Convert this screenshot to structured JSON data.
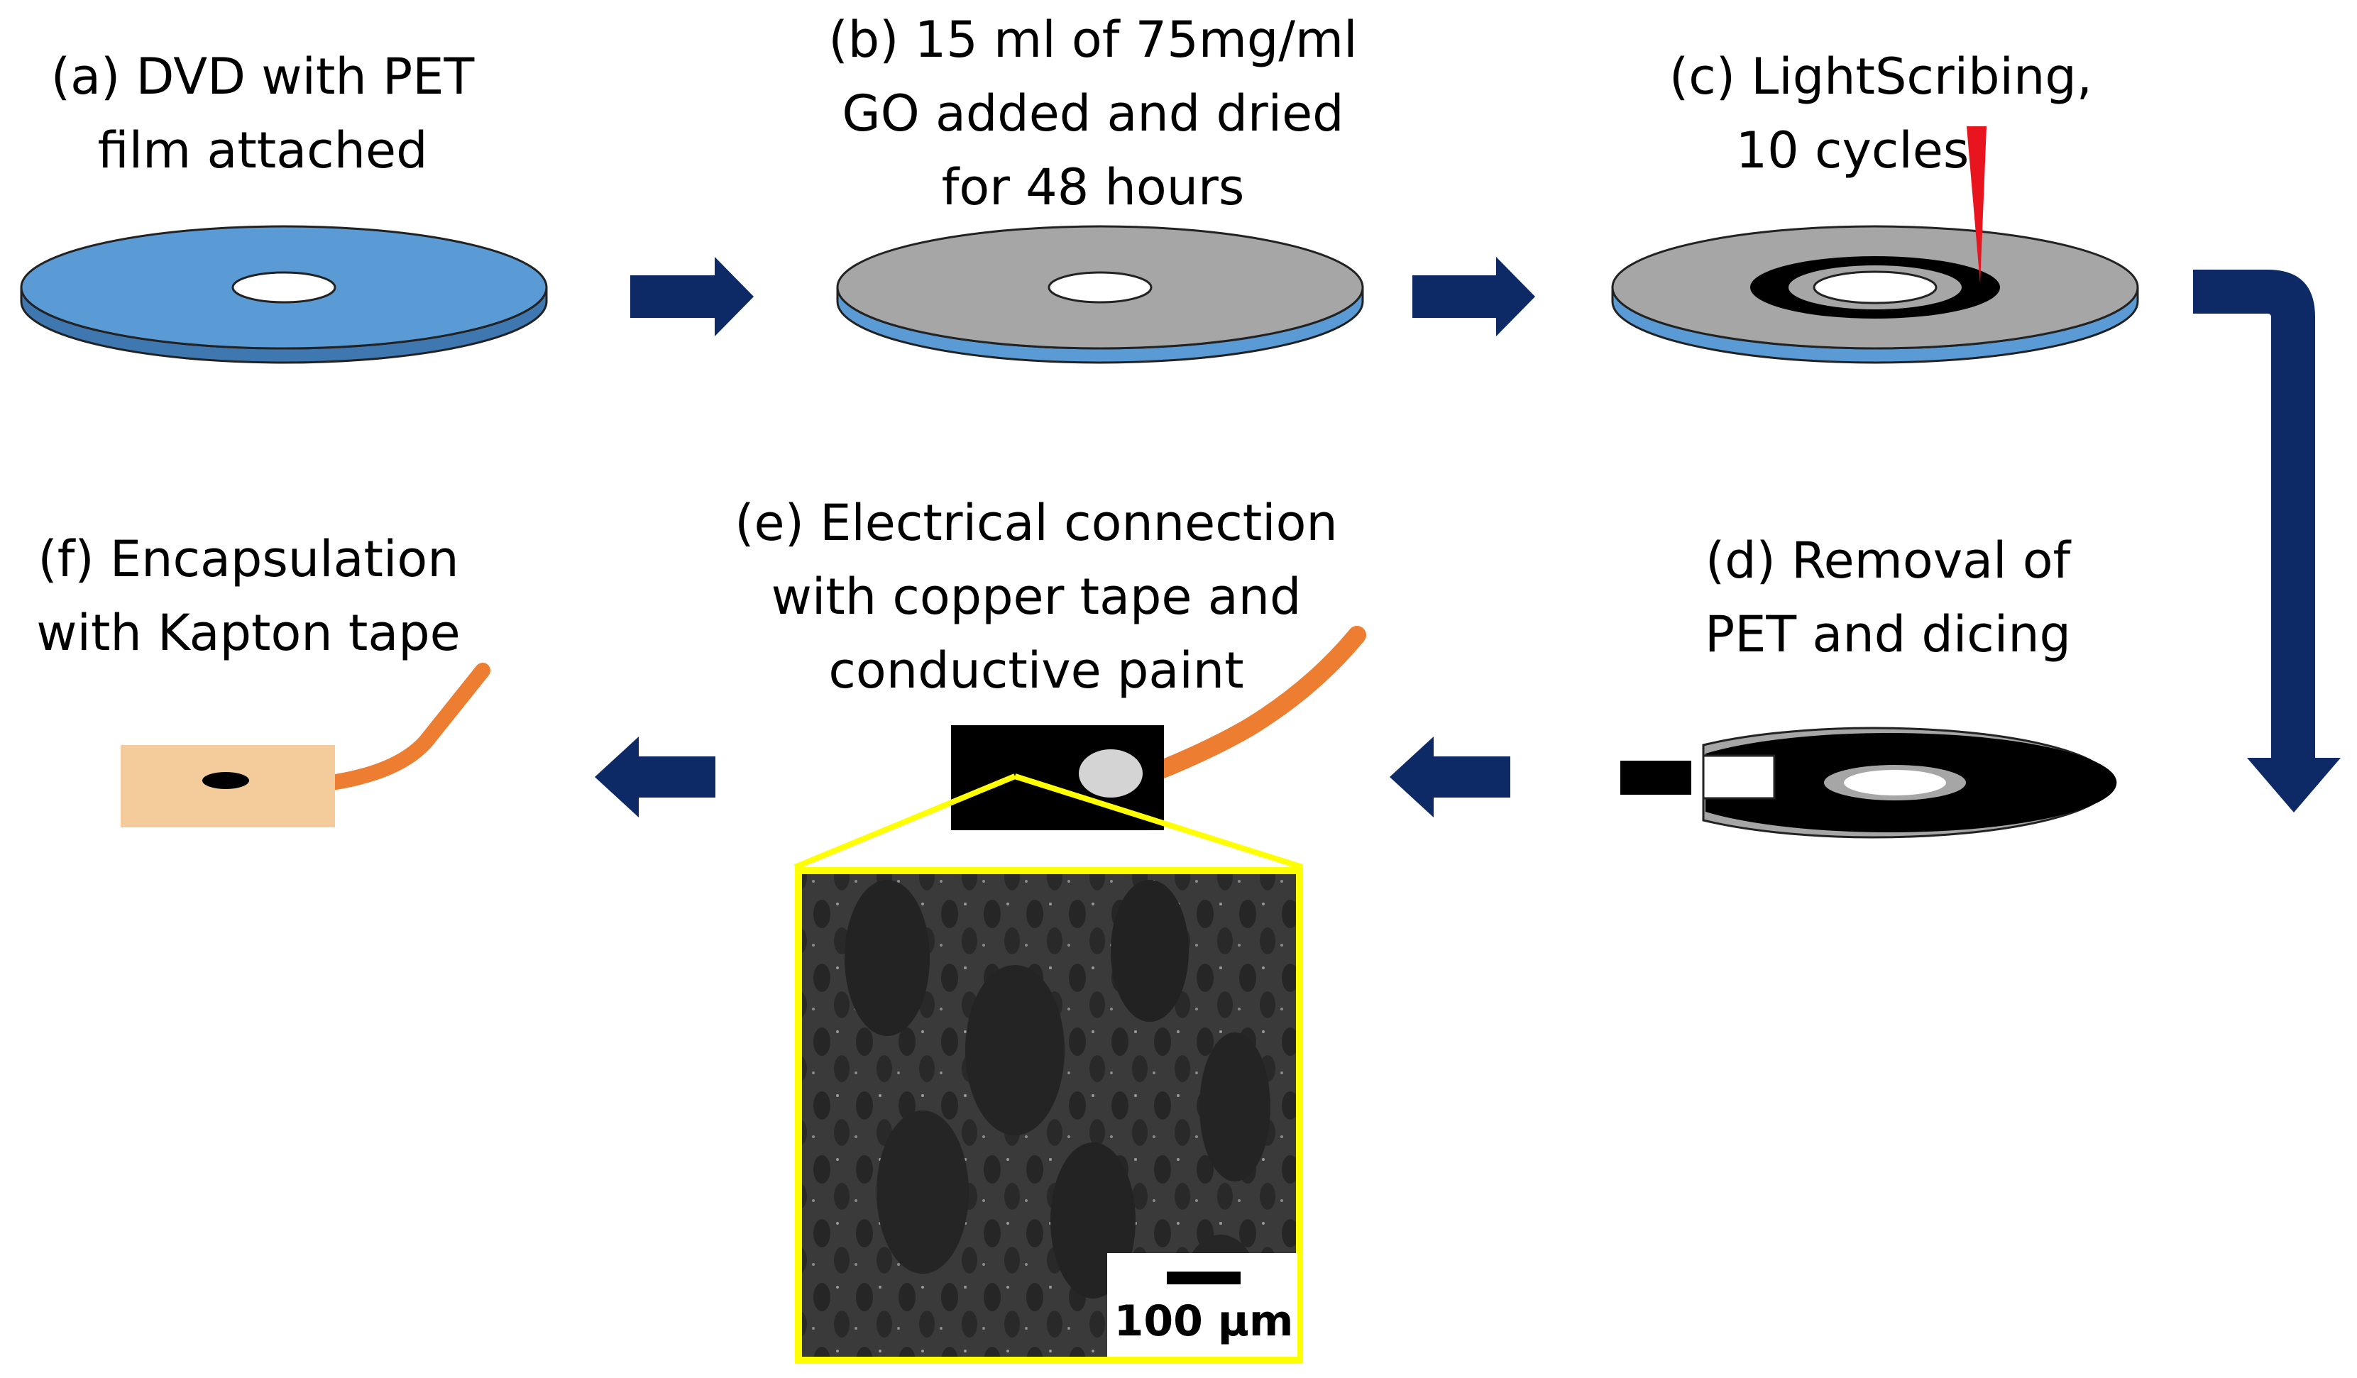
{
  "steps": {
    "a": {
      "line1": "(a) DVD with PET",
      "line2": "film attached"
    },
    "b": {
      "line1": "(b) 15 ml of 75mg/ml",
      "line2": "GO added and dried",
      "line3": "for 48 hours"
    },
    "c": {
      "line1": "(c) LightScribing,",
      "line2": "10 cycles"
    },
    "d": {
      "line1": "(d) Removal of",
      "line2": "PET and dicing"
    },
    "e": {
      "line1": "(e) Electrical connection",
      "line2": "with copper tape and",
      "line3": "conductive paint"
    },
    "f": {
      "line1": "(f) Encapsulation",
      "line2": "with Kapton tape"
    }
  },
  "scale_bar": {
    "label": "100 μm"
  },
  "colors": {
    "pet_blue": "#5b9bd5",
    "go_grey": "#a6a6a6",
    "scribed_black": "#000000",
    "arrow_navy": "#0d2a66",
    "laser_red": "#e8141e",
    "wire_orange": "#ed7d31",
    "kapton": "#f4cc9c",
    "sem_frame": "#ffff00",
    "paint_grey": "#d4d4d4"
  }
}
